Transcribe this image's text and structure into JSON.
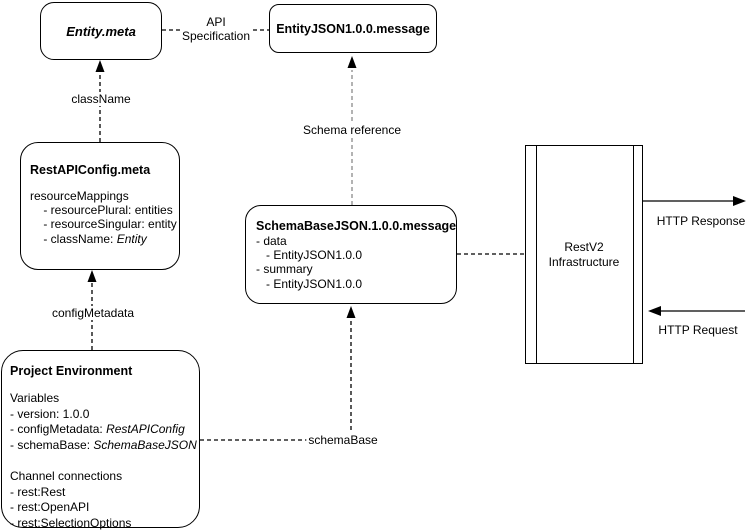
{
  "diagram": {
    "nodes": {
      "entity_meta": {
        "title": "Entity.meta"
      },
      "entity_json": {
        "title": "EntityJSON1.0.0.message"
      },
      "rest_api_config": {
        "title": "RestAPIConfig.meta",
        "lines": [
          {
            "text": "resourceMappings",
            "italic": ""
          },
          {
            "text": "    - resourcePlural: entities",
            "italic": ""
          },
          {
            "text": "    - resourceSingular: entity",
            "italic": ""
          },
          {
            "text": "    - className: ",
            "italic": "Entity"
          }
        ]
      },
      "schema_base": {
        "title": "SchemaBaseJSON.1.0.0.message",
        "lines": [
          {
            "text": "- data",
            "italic": ""
          },
          {
            "text": "   - EntityJSON1.0.0",
            "italic": ""
          },
          {
            "text": "- summary",
            "italic": ""
          },
          {
            "text": "   - EntityJSON1.0.0",
            "italic": ""
          }
        ]
      },
      "project_env": {
        "title": "Project Environment",
        "lines": [
          {
            "text": "Variables",
            "italic": ""
          },
          {
            "text": "- version: 1.0.0",
            "italic": ""
          },
          {
            "text": "- configMetadata: ",
            "italic": "RestAPIConfig"
          },
          {
            "text": "- schemaBase: ",
            "italic": "SchemaBaseJSON"
          },
          {
            "text": "",
            "italic": ""
          },
          {
            "text": "Channel connections",
            "italic": ""
          },
          {
            "text": "- rest:Rest",
            "italic": ""
          },
          {
            "text": "- rest:OpenAPI",
            "italic": ""
          },
          {
            "text": "- rest:SelectionOptions",
            "italic": ""
          }
        ]
      },
      "restv2": {
        "title_line1": "RestV2",
        "title_line2": "Infrastructure"
      }
    },
    "edge_labels": {
      "class_name": "className",
      "api_spec_line1": "API",
      "api_spec_line2": "Specification",
      "schema_reference": "Schema reference",
      "config_metadata": "configMetadata",
      "schema_base": "schemaBase",
      "http_response": "HTTP Response",
      "http_request": "HTTP Request"
    },
    "colors": {
      "line": "#000000",
      "background": "#ffffff",
      "schema_reference_dash": "#8a8a8a"
    }
  }
}
